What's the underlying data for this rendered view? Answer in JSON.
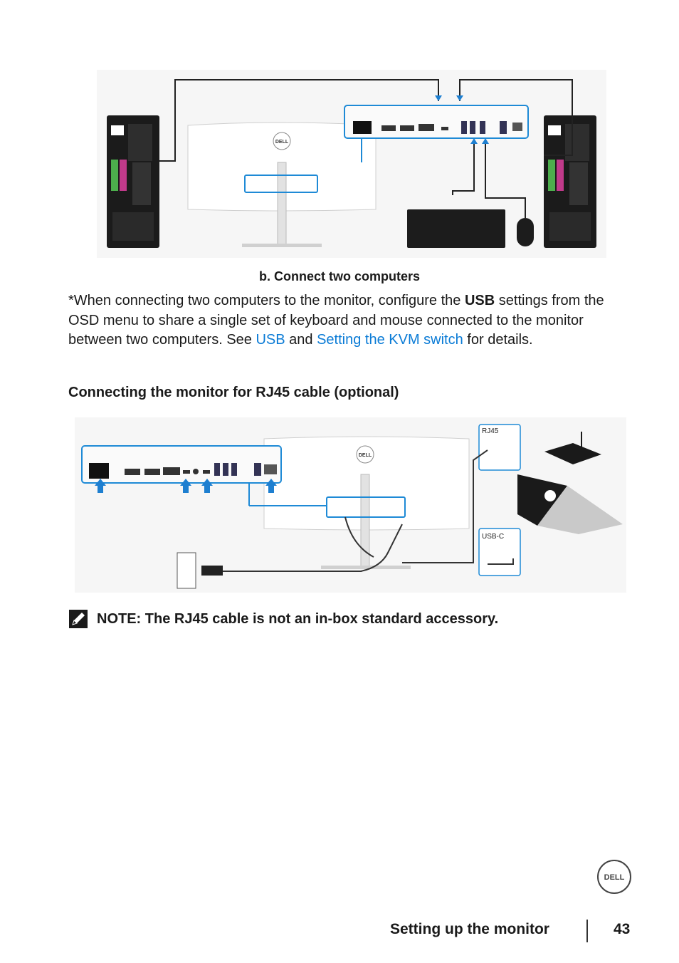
{
  "figure1": {
    "caption": "b. Connect two computers",
    "logo_text": "DELL"
  },
  "paragraph": {
    "part1": "*When connecting two computers to the monitor, configure the ",
    "bold1": "USB",
    "part2": " settings from the OSD menu to share a single set of keyboard and mouse connected to the monitor between two computers. See ",
    "link1": "USB",
    "part3": " and ",
    "link2": "Setting the KVM switch",
    "part4": " for details."
  },
  "section_heading": "Connecting the monitor for RJ45 cable (optional)",
  "figure2": {
    "label_rj45": "RJ45",
    "label_usbc": "USB-C",
    "logo_text": "DELL"
  },
  "note": {
    "text": "NOTE: The RJ45 cable is not an in-box standard accessory.",
    "icon": "pencil-note-icon"
  },
  "footer": {
    "title": "Setting up the monitor",
    "page_number": "43",
    "logo_text": "DELL"
  },
  "colors": {
    "link": "#0a7bd6",
    "highlight_blue": "#1e8ad6",
    "arrow_blue": "#1e7fd0",
    "cable": "#222222"
  }
}
